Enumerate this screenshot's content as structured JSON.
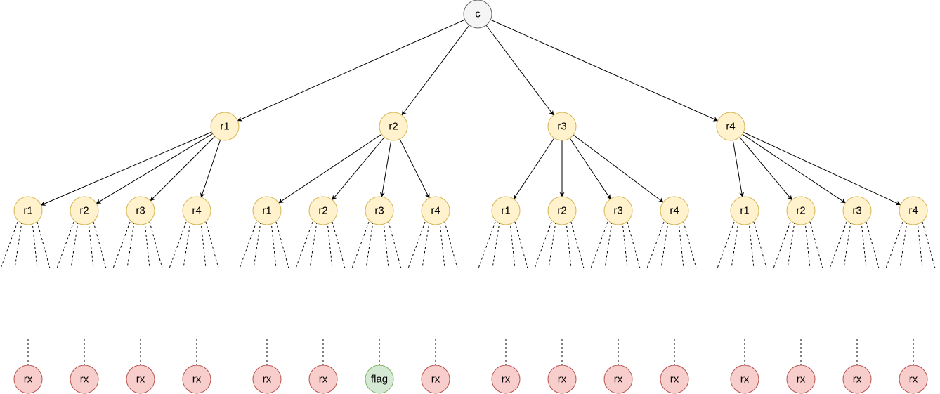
{
  "root": {
    "label": "c"
  },
  "level1": [
    {
      "label": "r1",
      "children": [
        "r1",
        "r2",
        "r3",
        "r4"
      ]
    },
    {
      "label": "r2",
      "children": [
        "r1",
        "r2",
        "r3",
        "r4"
      ]
    },
    {
      "label": "r3",
      "children": [
        "r1",
        "r2",
        "r3",
        "r4"
      ]
    },
    {
      "label": "r4",
      "children": [
        "r1",
        "r2",
        "r3",
        "r4"
      ]
    }
  ],
  "leaves": [
    "rx",
    "rx",
    "rx",
    "rx",
    "rx",
    "rx",
    "flag",
    "rx",
    "rx",
    "rx",
    "rx",
    "rx",
    "rx",
    "rx",
    "rx",
    "rx"
  ],
  "highlight_leaf": "flag",
  "colors": {
    "root_fill": "#f5f5f5",
    "root_stroke": "#666666",
    "mid_fill": "#fff2cc",
    "mid_stroke": "#d6b656",
    "leaf_fill": "#f8cecc",
    "leaf_stroke": "#b85450",
    "flag_fill": "#d5e8d4",
    "flag_stroke": "#82b366"
  }
}
